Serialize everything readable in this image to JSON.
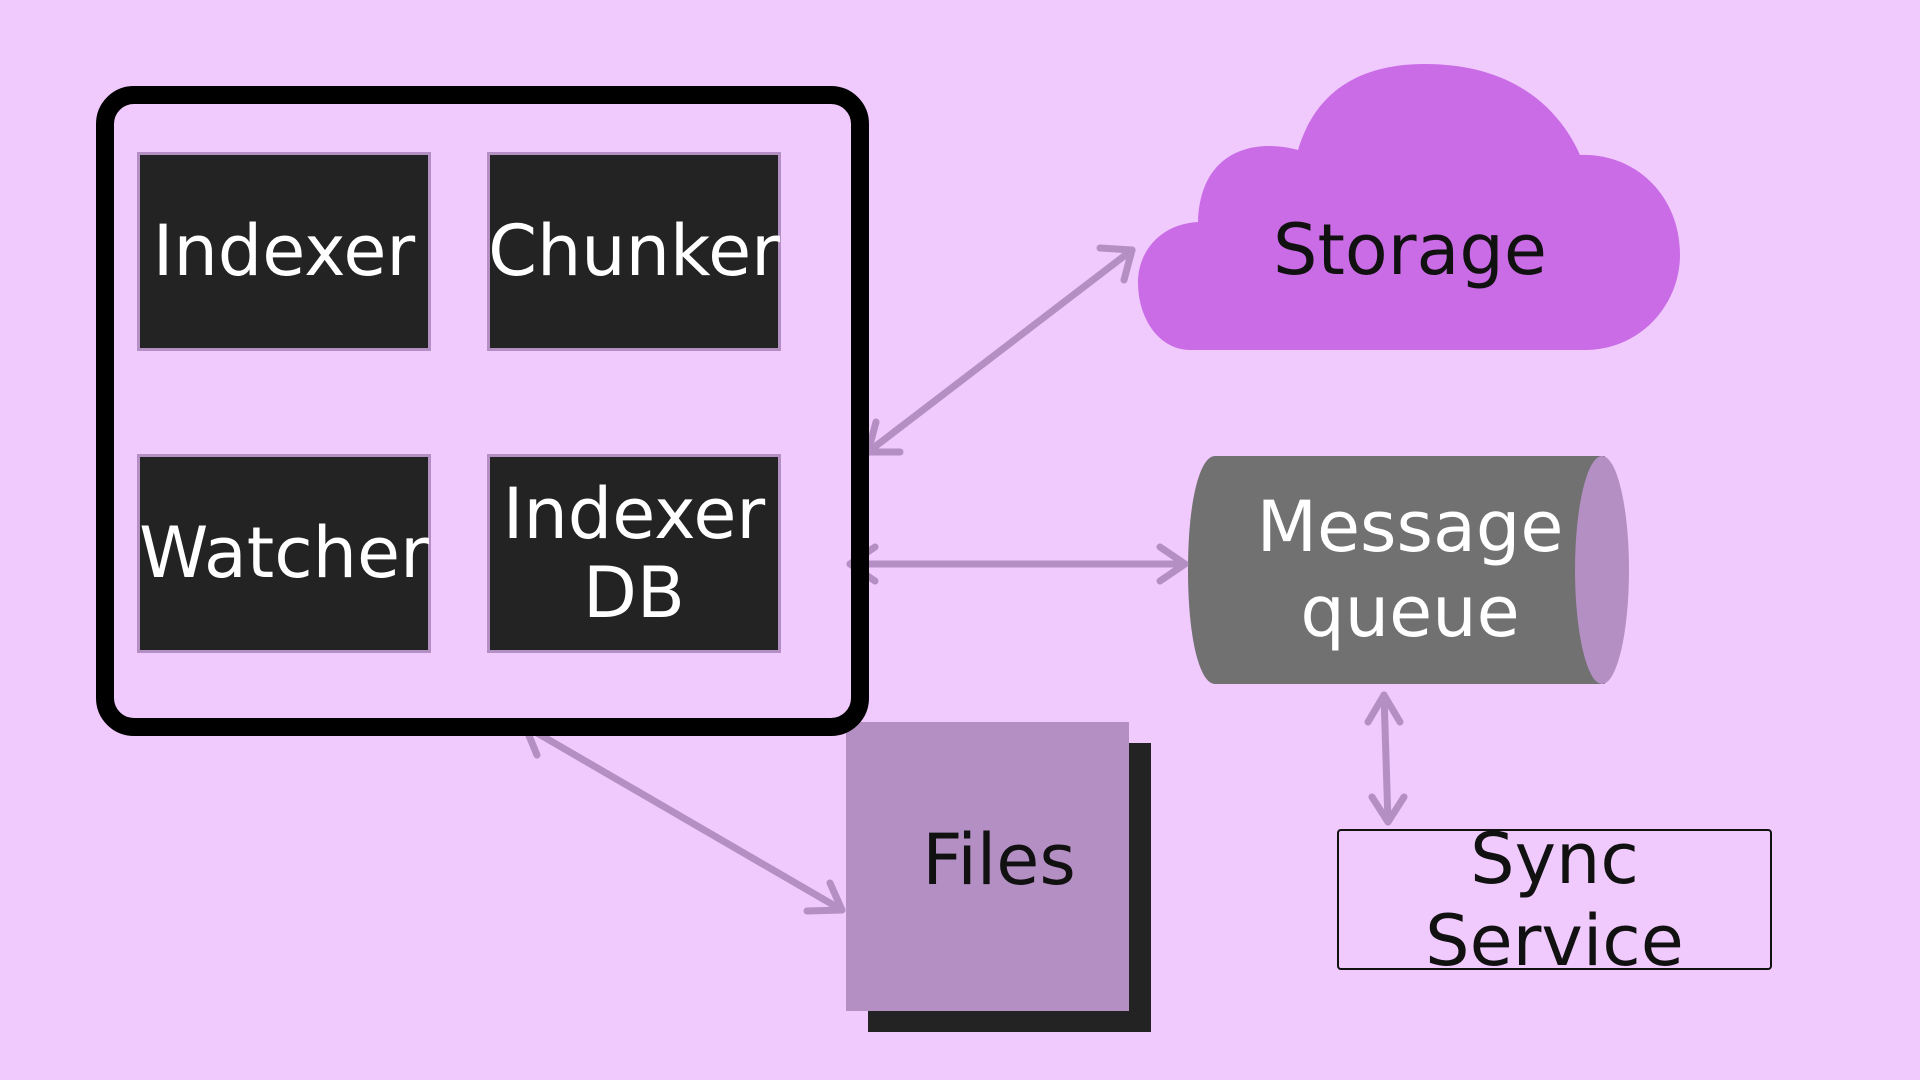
{
  "diagram": {
    "modules": [
      {
        "id": "indexer",
        "label": "Indexer"
      },
      {
        "id": "chunker",
        "label": "Chunker"
      },
      {
        "id": "watcher",
        "label": "Watcher"
      },
      {
        "id": "indexer-db",
        "label": "Indexer\nDB"
      }
    ],
    "storage": {
      "label": "Storage",
      "shape": "cloud"
    },
    "message_queue": {
      "label": "Message\nqueue",
      "shape": "cylinder"
    },
    "files": {
      "label": "Files",
      "shape": "stacked-square"
    },
    "sync_service": {
      "label": "Sync Service",
      "shape": "rectangle"
    },
    "connections": [
      {
        "from": "client",
        "to": "storage",
        "direction": "bidirectional"
      },
      {
        "from": "client",
        "to": "message_queue",
        "direction": "bidirectional"
      },
      {
        "from": "client",
        "to": "files",
        "direction": "bidirectional"
      },
      {
        "from": "message_queue",
        "to": "sync_service",
        "direction": "bidirectional"
      }
    ]
  },
  "colors": {
    "background": "#f0c9fd",
    "module_fill": "#232323",
    "module_border": "#b48fc3",
    "frame_border": "#000000",
    "cloud": "#c96ce6",
    "cylinder_body": "#717171",
    "cylinder_cap": "#b48fc3",
    "files_fill": "#b48fc3",
    "files_shadow": "#232323",
    "arrow": "#b48fc3"
  }
}
